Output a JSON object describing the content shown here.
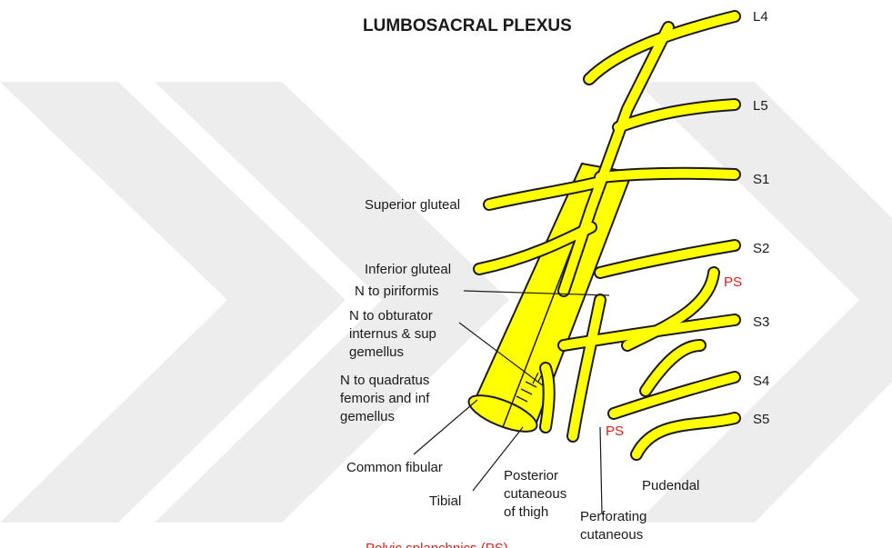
{
  "title": "LUMBOSACRAL PLEXUS",
  "colors": {
    "nerve": "#ffff00",
    "outline": "#1a1a1a",
    "annotation": "#e0201b",
    "watermark": "#ededed"
  },
  "roots": {
    "l4": "L4",
    "l5": "L5",
    "s1": "S1",
    "s2": "S2",
    "s3": "S3",
    "s4": "S4",
    "s5": "S5"
  },
  "branches": {
    "superior_gluteal": "Superior gluteal",
    "inferior_gluteal": "Inferior gluteal",
    "n_to_piriformis": "N to piriformis",
    "n_to_obturator": [
      "N to obturator",
      "internus & sup",
      "gemellus"
    ],
    "n_to_quadratus": [
      "N to quadratus",
      "femoris and inf",
      "gemellus"
    ],
    "common_fibular": "Common fibular",
    "tibial": "Tibial",
    "posterior_cutaneous": [
      "Posterior",
      "cutaneous",
      "of thigh"
    ],
    "perforating_cutaneous": [
      "Perforating",
      "cutaneous"
    ],
    "pudendal": "Pudendal"
  },
  "annotations": {
    "ps_upper": "PS",
    "ps_lower": "PS",
    "footnote": "Pelvic splanchnics (PS)"
  }
}
